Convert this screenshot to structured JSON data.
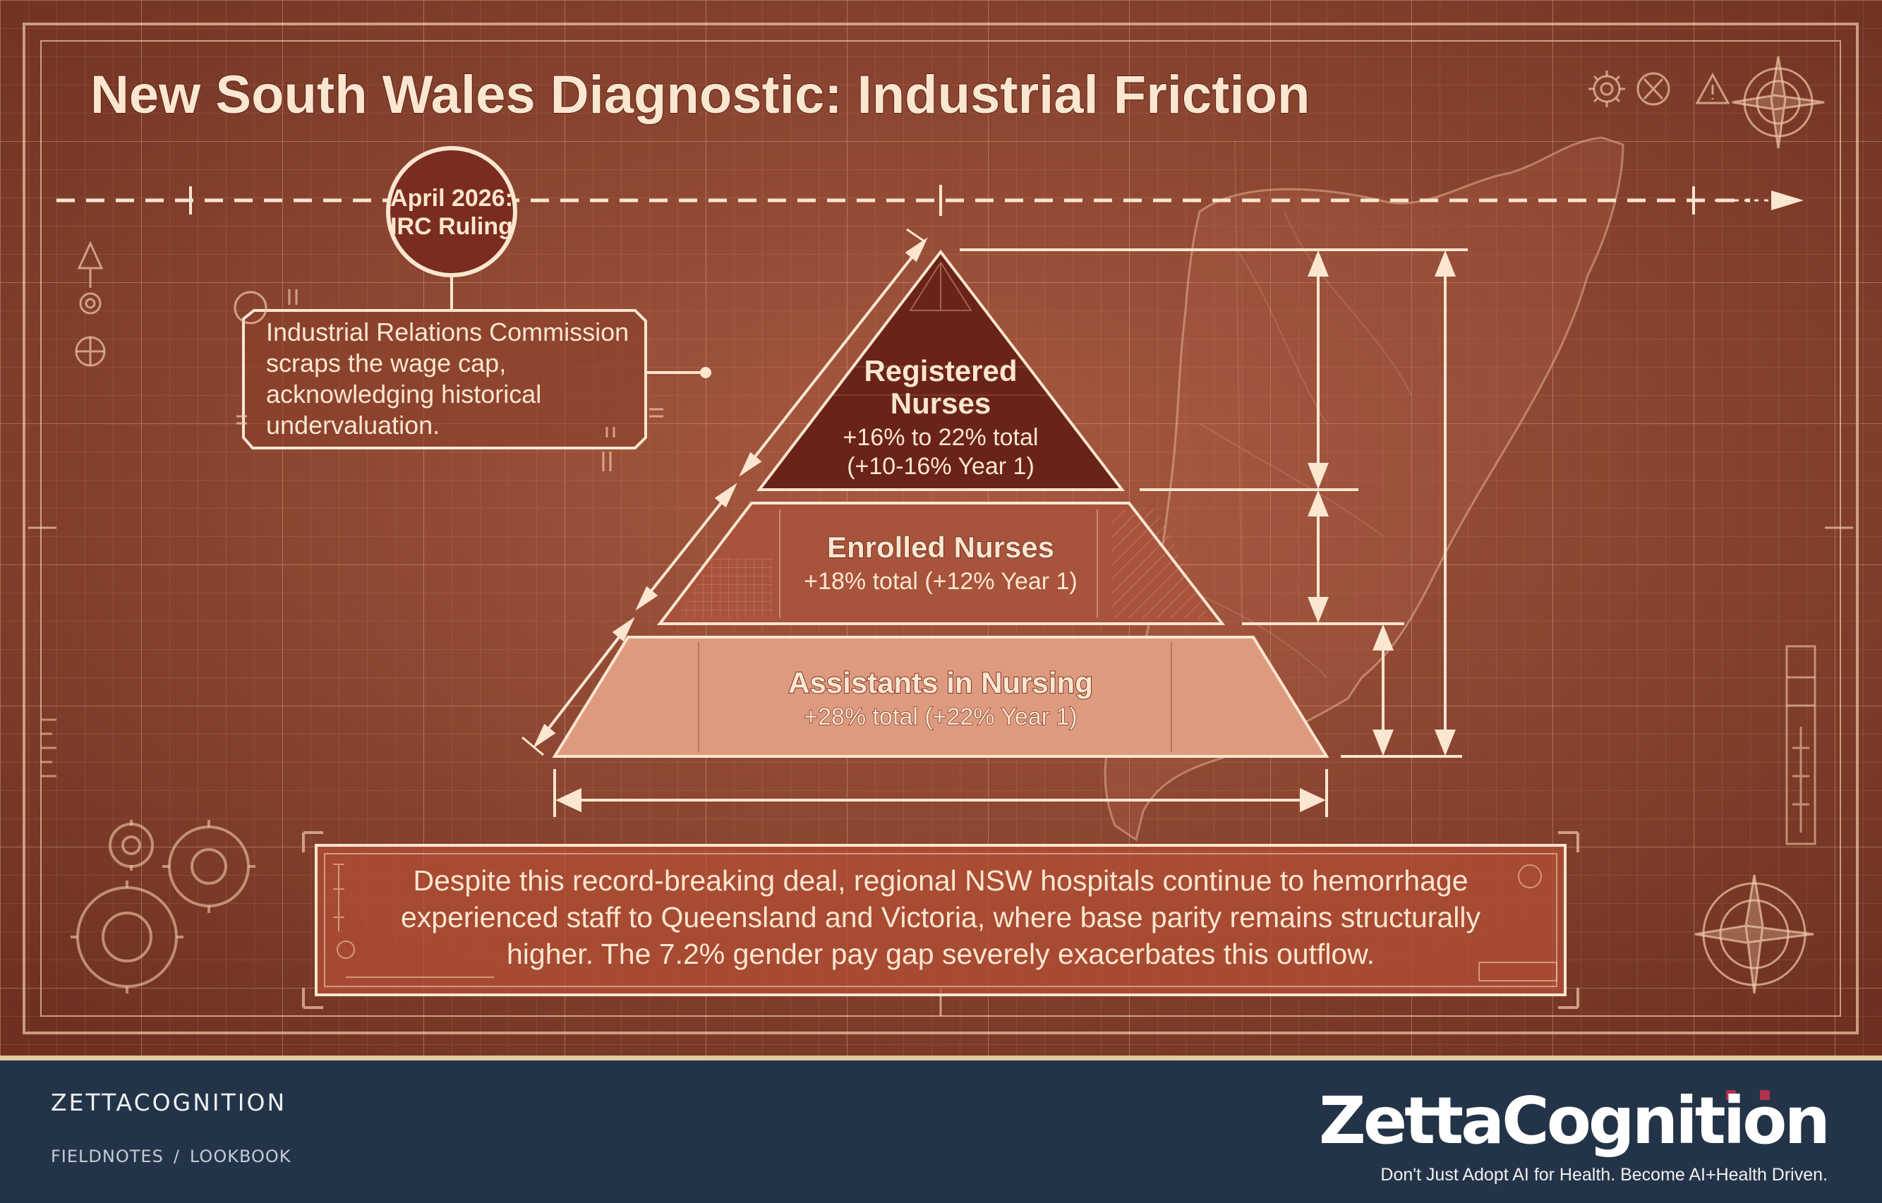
{
  "title": "New South Wales Diagnostic: Industrial Friction",
  "milestone": {
    "line1": "April 2026:",
    "line2": "IRC Ruling"
  },
  "callout": [
    "Industrial Relations Commission",
    "scraps the wage cap,",
    "acknowledging historical",
    "undervaluation."
  ],
  "tiers": [
    {
      "name_lines": [
        "Registered",
        "Nurses"
      ],
      "detail_lines": [
        "+16% to 22% total",
        "(+10-16% Year 1)"
      ],
      "color": "#6a2318"
    },
    {
      "name_lines": [
        "Enrolled Nurses"
      ],
      "detail_lines": [
        "+18% total (+12% Year 1)"
      ],
      "color": "#a8533b"
    },
    {
      "name_lines": [
        "Assistants in Nursing"
      ],
      "detail_lines": [
        "+28% total (+22% Year 1)"
      ],
      "color": "#de9a7f"
    }
  ],
  "summary": [
    "Despite this record-breaking deal, regional NSW hospitals continue to hemorrhage",
    "experienced staff to Queensland and Victoria, where base parity remains structurally",
    "higher. The 7.2% gender pay gap severely exacerbates this outflow."
  ],
  "footer": {
    "brand": "ZETTACOGNITION",
    "crumb_1": "FIELDNOTES",
    "crumb_sep": "/",
    "crumb_2": "LOOKBOOK",
    "logo_text": "ZettaCognition",
    "tagline": "Don't Just Adopt AI for Health. Become AI+Health Driven."
  },
  "colors": {
    "background": "#974c35",
    "line": "#f2c9a8",
    "text": "#fbe6d0",
    "footer": "#243448",
    "accent": "#b0324d"
  },
  "icons": [
    "gear-icon",
    "compass-rose-icon",
    "warning-icon",
    "target-icon",
    "arrow-up-icon"
  ]
}
